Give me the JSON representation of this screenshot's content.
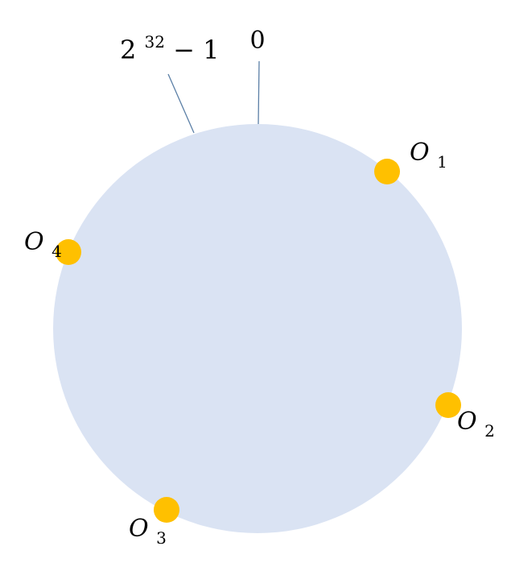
{
  "diagram": {
    "ring_color": "#DAE3F3",
    "node_color": "#FFC000",
    "pointer_color": "#5B7FA6",
    "labels": {
      "zero": "0",
      "max_base": "2",
      "max_exponent": "32",
      "max_rest": " − 1"
    },
    "nodes": [
      {
        "name": "O",
        "sub": "1"
      },
      {
        "name": "O",
        "sub": "2"
      },
      {
        "name": "O",
        "sub": "3"
      },
      {
        "name": "O",
        "sub": "4"
      }
    ]
  }
}
